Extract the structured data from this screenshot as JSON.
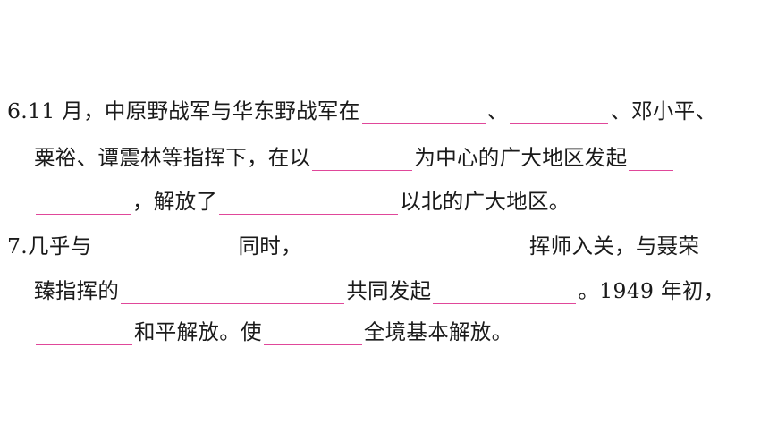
{
  "q6": {
    "number": "6.",
    "line1_a": "11 月，中原野战军与华东野战军在",
    "line1_b": "、",
    "line1_c": "、邓小平、",
    "line2_a": "粟裕、谭震林等指挥下，在以",
    "line2_b": "为中心的广大地区发起",
    "line3_a": "，解放了",
    "line3_b": "以北的广大地区。"
  },
  "q7": {
    "number": "7.",
    "line1_a": "几乎与",
    "line1_b": "同时，",
    "line1_c": "挥师入关，与聂荣",
    "line2_a": "臻指挥的",
    "line2_b": "共同发起",
    "line2_c": "。1949 年初，",
    "line3_a": "和平解放。使",
    "line3_b": "全境基本解放。"
  },
  "colors": {
    "blank_underline": "#e0479a",
    "text": "#1a1a1a"
  }
}
